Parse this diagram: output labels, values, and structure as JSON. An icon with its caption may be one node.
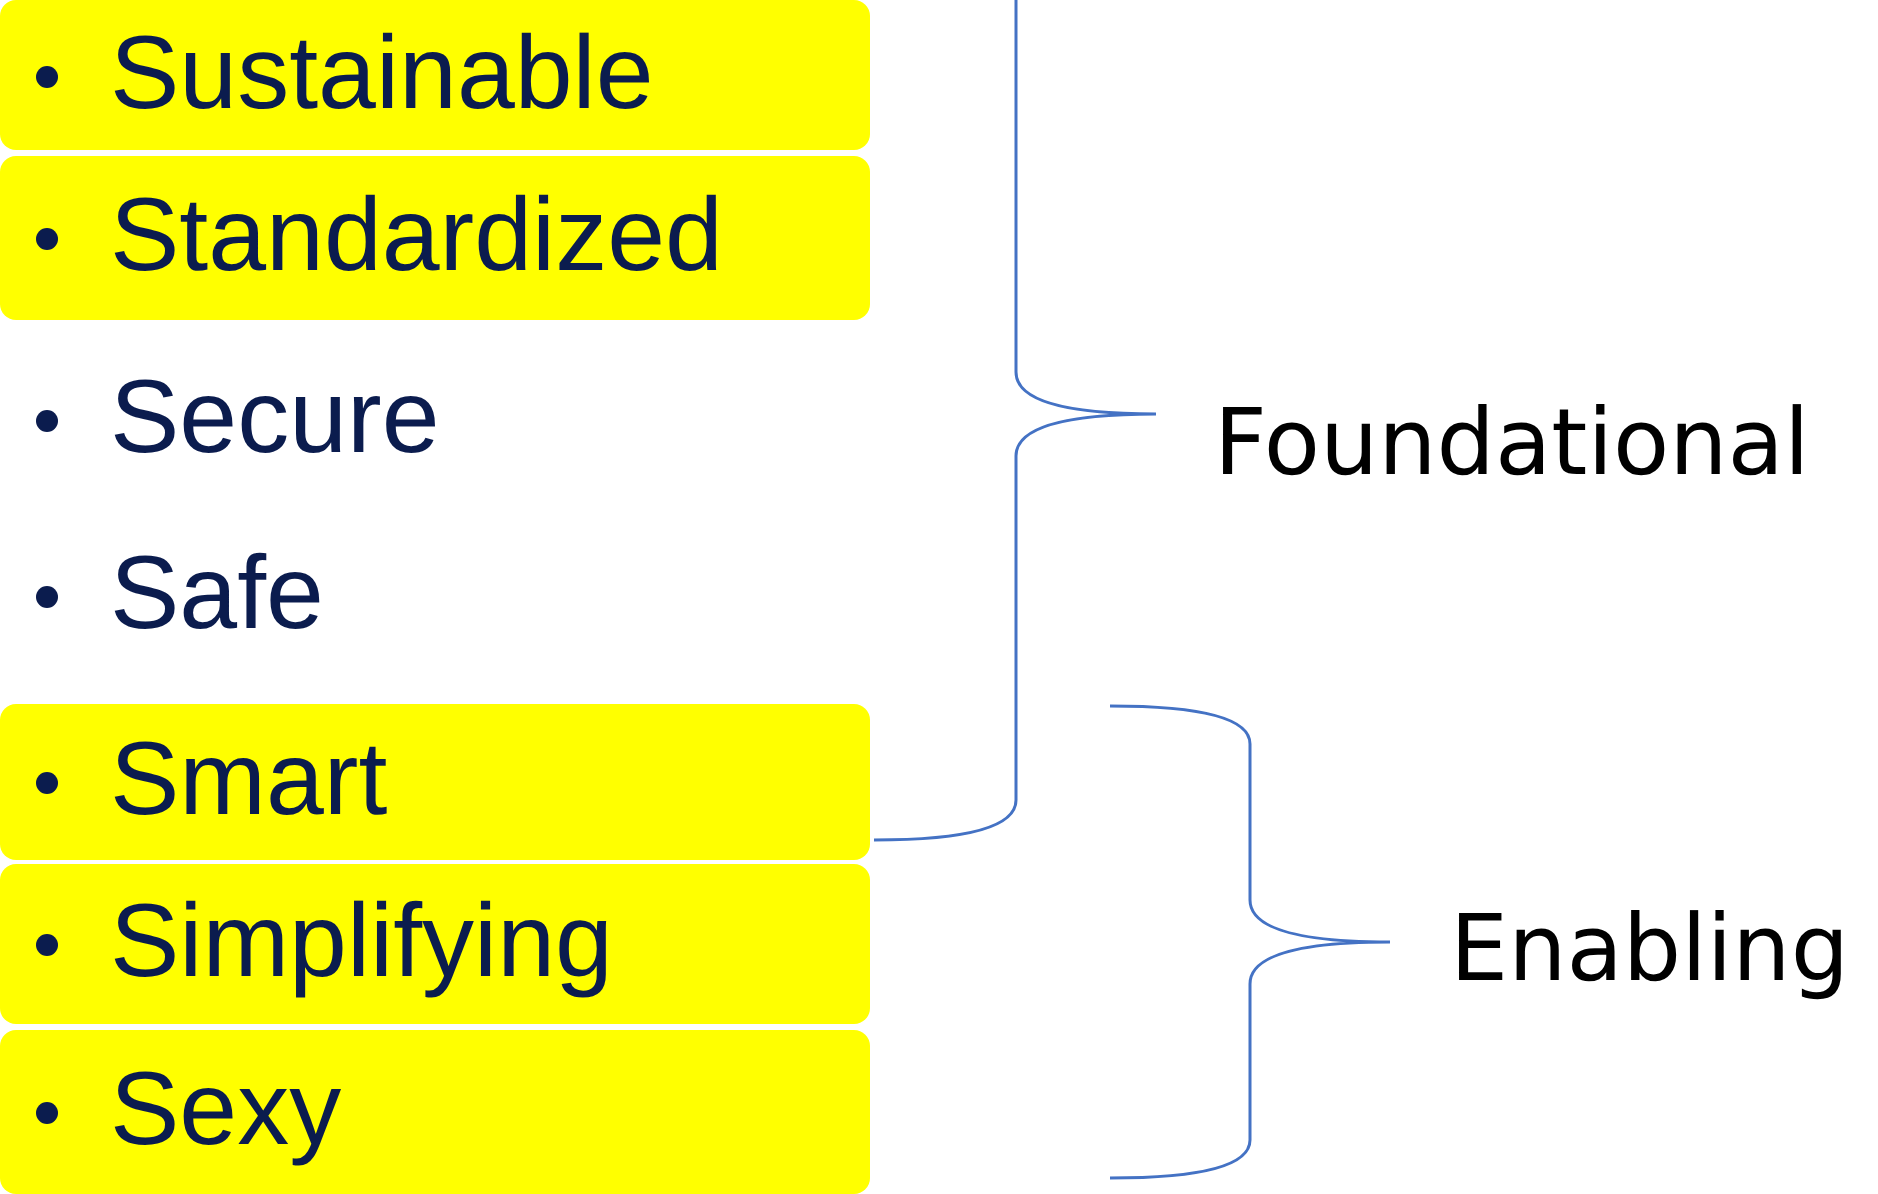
{
  "diagram": {
    "nodes": [
      {
        "text": [
          "Sustainable"
        ]
      },
      {
        "text": [
          "Standardized"
        ]
      },
      {
        "text": [
          "Smart"
        ]
      },
      {
        "text": [
          "Simplifying"
        ]
      },
      {
        "text": [
          "Sexy"
        ]
      }
    ],
    "labels": [
      "Secure",
      "Safe",
      "Foundational",
      "Enabling"
    ]
  }
}
